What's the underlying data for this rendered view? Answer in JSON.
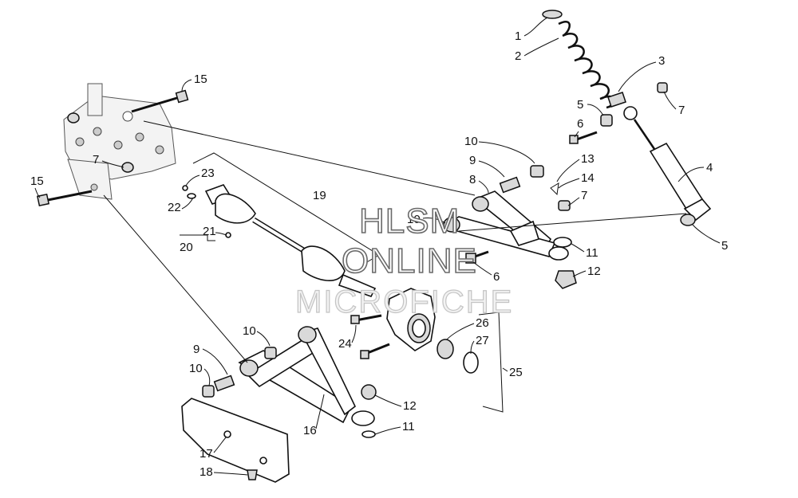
{
  "watermark": {
    "line1": "HLSM",
    "line2": "ONLINE",
    "line3": "MICROFICHE"
  },
  "callouts": [
    {
      "id": "c1",
      "label": "1"
    },
    {
      "id": "c2",
      "label": "2"
    },
    {
      "id": "c3",
      "label": "3"
    },
    {
      "id": "c4",
      "label": "4"
    },
    {
      "id": "c5a",
      "label": "5"
    },
    {
      "id": "c5b",
      "label": "5"
    },
    {
      "id": "c6a",
      "label": "6"
    },
    {
      "id": "c6b",
      "label": "6"
    },
    {
      "id": "c7a",
      "label": "7"
    },
    {
      "id": "c7b",
      "label": "7"
    },
    {
      "id": "c7c",
      "label": "7"
    },
    {
      "id": "c8",
      "label": "8"
    },
    {
      "id": "c9a",
      "label": "9"
    },
    {
      "id": "c9b",
      "label": "9"
    },
    {
      "id": "c10a",
      "label": "10"
    },
    {
      "id": "c10b",
      "label": "10"
    },
    {
      "id": "c10c",
      "label": "10"
    },
    {
      "id": "c10d",
      "label": "10"
    },
    {
      "id": "c11a",
      "label": "11"
    },
    {
      "id": "c11b",
      "label": "11"
    },
    {
      "id": "c12a",
      "label": "12"
    },
    {
      "id": "c12b",
      "label": "12"
    },
    {
      "id": "c13",
      "label": "13"
    },
    {
      "id": "c14",
      "label": "14"
    },
    {
      "id": "c15a",
      "label": "15"
    },
    {
      "id": "c15b",
      "label": "15"
    },
    {
      "id": "c16",
      "label": "16"
    },
    {
      "id": "c17",
      "label": "17"
    },
    {
      "id": "c18",
      "label": "18"
    },
    {
      "id": "c19",
      "label": "19"
    },
    {
      "id": "c20",
      "label": "20"
    },
    {
      "id": "c21",
      "label": "21"
    },
    {
      "id": "c22",
      "label": "22"
    },
    {
      "id": "c23",
      "label": "23"
    },
    {
      "id": "c24",
      "label": "24"
    },
    {
      "id": "c25",
      "label": "25"
    },
    {
      "id": "c26",
      "label": "26"
    },
    {
      "id": "c27",
      "label": "27"
    }
  ]
}
